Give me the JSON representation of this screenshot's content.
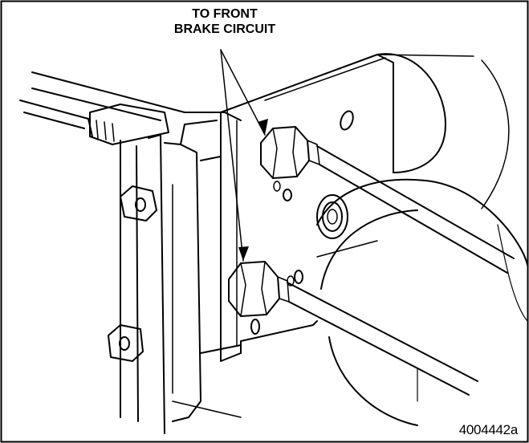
{
  "callout": {
    "line1": "TO FRONT",
    "line2": "BRAKE CIRCUIT"
  },
  "figure_id": "4004442a"
}
